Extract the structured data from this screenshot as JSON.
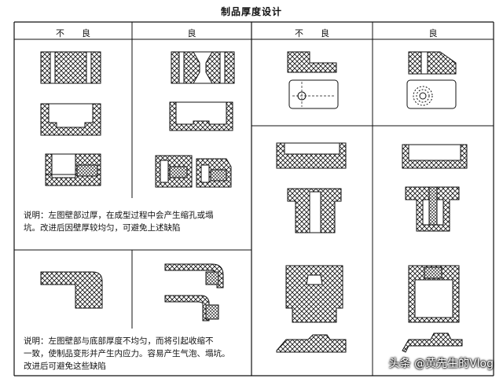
{
  "title": "制品厚度设计",
  "columns": {
    "bad_left": "不　　良",
    "good_left": "良",
    "bad_right": "不　　良",
    "good_right": "良"
  },
  "notes": {
    "note1_line1": "说明：左图壁部过厚，在成型过程中会产生缩孔或塌",
    "note1_line2": "坑。改进后因壁厚较均匀，可避免上述缺陷",
    "note2_line1": "说明：左图壁部与底部厚度不均匀，而将引起收缩不",
    "note2_line2": "一致，使制品变形并产生内应力。容易产生气泡、塌坑。",
    "note2_line3": "改进后可避免这些缺陷"
  },
  "watermark": "头条 @黄先生的Vlog"
}
